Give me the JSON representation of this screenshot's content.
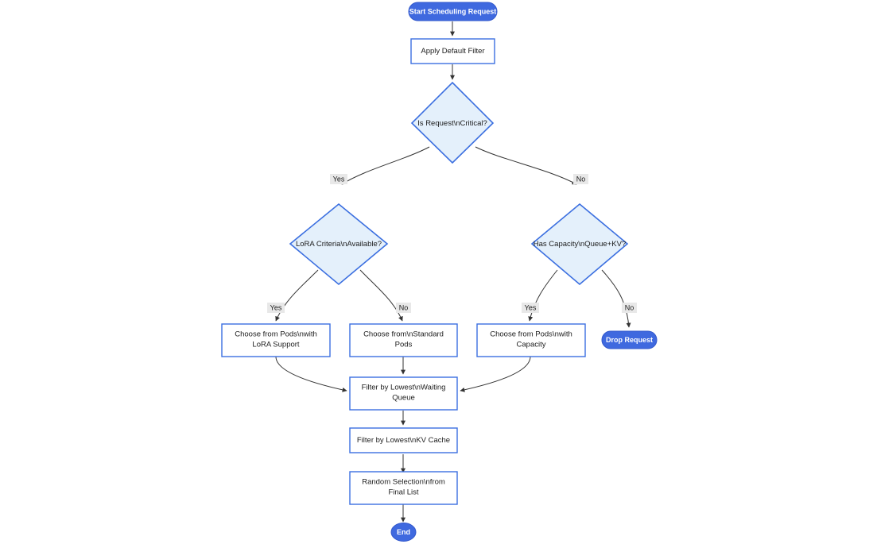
{
  "diagram": {
    "type": "flowchart",
    "direction": "top-down",
    "colors": {
      "terminal_fill": "#3f69df",
      "terminal_text": "#ffffff",
      "process_fill": "#ffffff",
      "process_border": "#3b6fe0",
      "decision_fill": "#e4f0fb",
      "decision_border": "#3b6fe0",
      "edge_stroke": "#333333",
      "edge_label_bg": "#e8e8e8",
      "text": "#1c1c1c"
    },
    "nodes": [
      {
        "id": "start",
        "shape": "stadium",
        "label": "Start Scheduling Request",
        "lines": [
          "Start Scheduling Request"
        ]
      },
      {
        "id": "apply_filter",
        "shape": "rect",
        "label": "Apply Default Filter",
        "lines": [
          "Apply Default Filter"
        ]
      },
      {
        "id": "is_critical",
        "shape": "diamond",
        "label": "Is Request\\nCritical?",
        "lines": [
          "Is Request\\nCritical?"
        ]
      },
      {
        "id": "lora_criteria",
        "shape": "diamond",
        "label": "LoRA Criteria\\nAvailable?",
        "lines": [
          "LoRA Criteria\\nAvailable?"
        ]
      },
      {
        "id": "has_capacity",
        "shape": "diamond",
        "label": "Has Capacity\\nQueue+KV?",
        "lines": [
          "Has Capacity\\nQueue+KV?"
        ]
      },
      {
        "id": "pods_lora",
        "shape": "rect",
        "label": "Choose from Pods\\nwith LoRA Support",
        "lines": [
          "Choose from Pods\\nwith",
          "LoRA Support"
        ]
      },
      {
        "id": "pods_standard",
        "shape": "rect",
        "label": "Choose from\\nStandard Pods",
        "lines": [
          "Choose from\\nStandard",
          "Pods"
        ]
      },
      {
        "id": "pods_capacity",
        "shape": "rect",
        "label": "Choose from Pods\\nwith Capacity",
        "lines": [
          "Choose from Pods\\nwith",
          "Capacity"
        ]
      },
      {
        "id": "drop_request",
        "shape": "stadium",
        "label": "Drop Request",
        "lines": [
          "Drop Request"
        ]
      },
      {
        "id": "filter_queue",
        "shape": "rect",
        "label": "Filter by Lowest\\nWaiting Queue",
        "lines": [
          "Filter by Lowest\\nWaiting",
          "Queue"
        ]
      },
      {
        "id": "filter_kv",
        "shape": "rect",
        "label": "Filter by Lowest\\nKV Cache",
        "lines": [
          "Filter by Lowest\\nKV Cache"
        ]
      },
      {
        "id": "random_selection",
        "shape": "rect",
        "label": "Random Selection\\nfrom Final List",
        "lines": [
          "Random Selection\\nfrom",
          "Final List"
        ]
      },
      {
        "id": "end",
        "shape": "ellipse",
        "label": "End",
        "lines": [
          "End"
        ]
      }
    ],
    "edges": [
      {
        "from": "start",
        "to": "apply_filter",
        "label": ""
      },
      {
        "from": "apply_filter",
        "to": "is_critical",
        "label": ""
      },
      {
        "from": "is_critical",
        "to": "lora_criteria",
        "label": "Yes"
      },
      {
        "from": "is_critical",
        "to": "has_capacity",
        "label": "No"
      },
      {
        "from": "lora_criteria",
        "to": "pods_lora",
        "label": "Yes"
      },
      {
        "from": "lora_criteria",
        "to": "pods_standard",
        "label": "No"
      },
      {
        "from": "has_capacity",
        "to": "pods_capacity",
        "label": "Yes"
      },
      {
        "from": "has_capacity",
        "to": "drop_request",
        "label": "No"
      },
      {
        "from": "pods_lora",
        "to": "filter_queue",
        "label": ""
      },
      {
        "from": "pods_standard",
        "to": "filter_queue",
        "label": ""
      },
      {
        "from": "pods_capacity",
        "to": "filter_queue",
        "label": ""
      },
      {
        "from": "filter_queue",
        "to": "filter_kv",
        "label": ""
      },
      {
        "from": "filter_kv",
        "to": "random_selection",
        "label": ""
      },
      {
        "from": "random_selection",
        "to": "end",
        "label": ""
      }
    ],
    "edge_labels": {
      "yes": "Yes",
      "no": "No"
    }
  }
}
